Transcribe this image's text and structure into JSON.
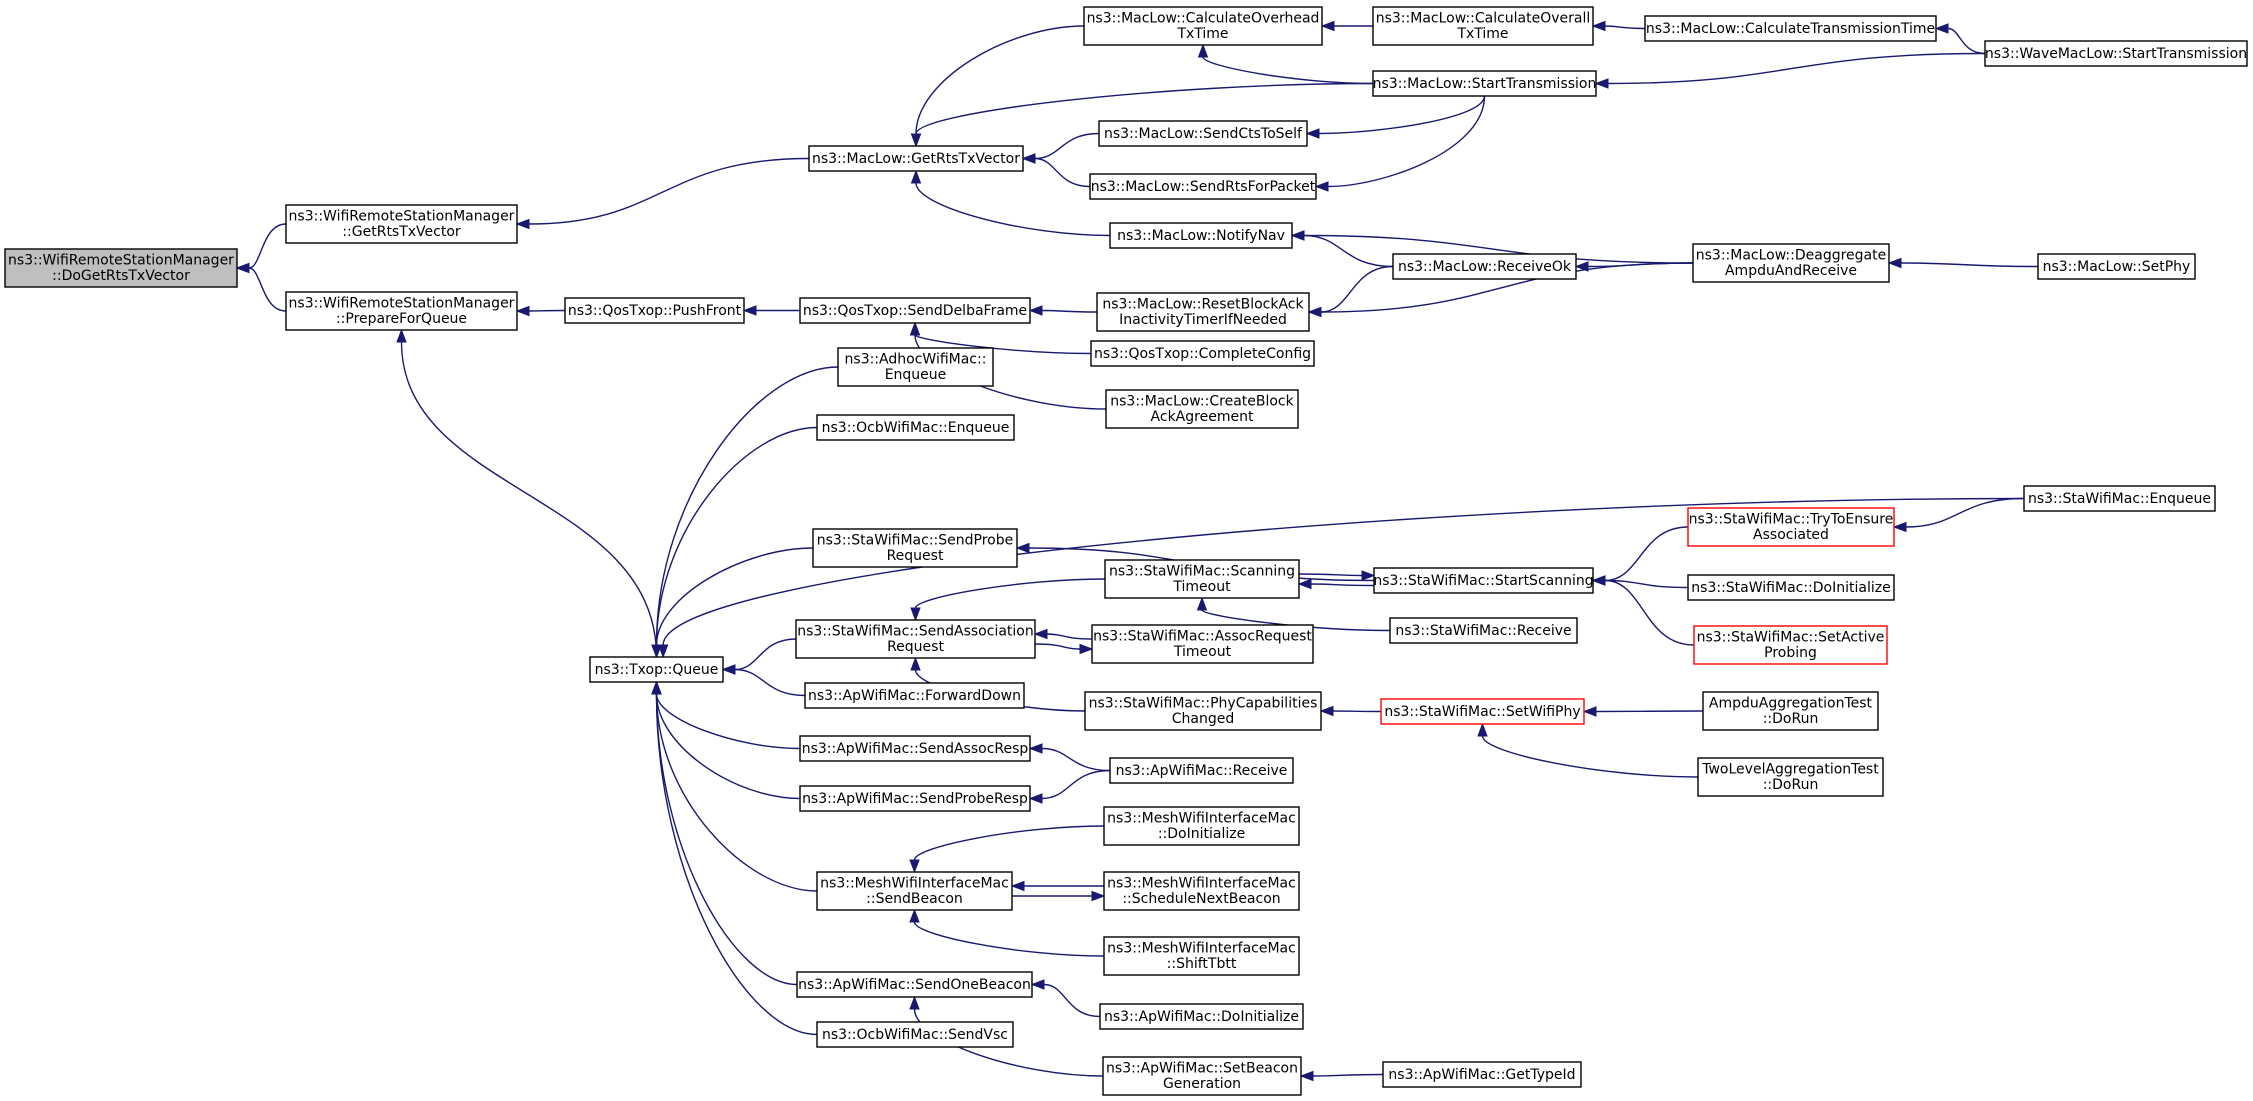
{
  "graph": {
    "title": "",
    "node_fill": "#ffffff",
    "root_fill": "#bfbfbf",
    "edge_color": "#191970",
    "truncated_border_color": "#ff0000",
    "nodes": [
      {
        "id": "root",
        "lines": [
          "ns3::WifiRemoteStationManager",
          "::DoGetRtsTxVector"
        ],
        "kind": "root"
      },
      {
        "id": "getRtsTxVector",
        "lines": [
          "ns3::WifiRemoteStationManager",
          "::GetRtsTxVector"
        ]
      },
      {
        "id": "prepareForQueue",
        "lines": [
          "ns3::WifiRemoteStationManager",
          "::PrepareForQueue"
        ]
      },
      {
        "id": "macLowGetRts",
        "lines": [
          "ns3::MacLow::GetRtsTxVector"
        ]
      },
      {
        "id": "calcOverheadTx",
        "lines": [
          "ns3::MacLow::CalculateOverhead",
          "TxTime"
        ]
      },
      {
        "id": "calcOverallTx",
        "lines": [
          "ns3::MacLow::CalculateOverall",
          "TxTime"
        ]
      },
      {
        "id": "calcTransmission",
        "lines": [
          "ns3::MacLow::CalculateTransmissionTime"
        ]
      },
      {
        "id": "waveStartTx",
        "lines": [
          "ns3::WaveMacLow::StartTransmission"
        ]
      },
      {
        "id": "startTx",
        "lines": [
          "ns3::MacLow::StartTransmission"
        ]
      },
      {
        "id": "sendCtsToSelf",
        "lines": [
          "ns3::MacLow::SendCtsToSelf"
        ]
      },
      {
        "id": "sendRtsForPacket",
        "lines": [
          "ns3::MacLow::SendRtsForPacket"
        ]
      },
      {
        "id": "notifyNav",
        "lines": [
          "ns3::MacLow::NotifyNav"
        ]
      },
      {
        "id": "receiveOk",
        "lines": [
          "ns3::MacLow::ReceiveOk"
        ]
      },
      {
        "id": "deaggregate",
        "lines": [
          "ns3::MacLow::Deaggregate",
          "AmpduAndReceive"
        ]
      },
      {
        "id": "setPhy",
        "lines": [
          "ns3::MacLow::SetPhy"
        ]
      },
      {
        "id": "resetBlockAck",
        "lines": [
          "ns3::MacLow::ResetBlockAck",
          "InactivityTimerIfNeeded"
        ]
      },
      {
        "id": "pushFront",
        "lines": [
          "ns3::QosTxop::PushFront"
        ]
      },
      {
        "id": "sendDelba",
        "lines": [
          "ns3::QosTxop::SendDelbaFrame"
        ]
      },
      {
        "id": "completeConfig",
        "lines": [
          "ns3::QosTxop::CompleteConfig"
        ]
      },
      {
        "id": "createBlockAck",
        "lines": [
          "ns3::MacLow::CreateBlock",
          "AckAgreement"
        ]
      },
      {
        "id": "txopQueue",
        "lines": [
          "ns3::Txop::Queue"
        ]
      },
      {
        "id": "adhocEnqueue",
        "lines": [
          "ns3::AdhocWifiMac::",
          "Enqueue"
        ]
      },
      {
        "id": "ocbEnqueue",
        "lines": [
          "ns3::OcbWifiMac::Enqueue"
        ]
      },
      {
        "id": "staEnqueue",
        "lines": [
          "ns3::StaWifiMac::Enqueue"
        ]
      },
      {
        "id": "sendProbeReq",
        "lines": [
          "ns3::StaWifiMac::SendProbe",
          "Request"
        ]
      },
      {
        "id": "startScanning",
        "lines": [
          "ns3::StaWifiMac::StartScanning"
        ]
      },
      {
        "id": "tryToEnsure",
        "lines": [
          "ns3::StaWifiMac::TryToEnsure",
          "Associated"
        ],
        "kind": "truncated"
      },
      {
        "id": "staDoInit",
        "lines": [
          "ns3::StaWifiMac::DoInitialize"
        ]
      },
      {
        "id": "setActiveProbing",
        "lines": [
          "ns3::StaWifiMac::SetActive",
          "Probing"
        ],
        "kind": "truncated"
      },
      {
        "id": "scanningTimeout",
        "lines": [
          "ns3::StaWifiMac::Scanning",
          "Timeout"
        ]
      },
      {
        "id": "staReceive",
        "lines": [
          "ns3::StaWifiMac::Receive"
        ]
      },
      {
        "id": "sendAssocReq",
        "lines": [
          "ns3::StaWifiMac::SendAssociation",
          "Request"
        ]
      },
      {
        "id": "assocReqTimeout",
        "lines": [
          "ns3::StaWifiMac::AssocRequest",
          "Timeout"
        ]
      },
      {
        "id": "phyCapChanged",
        "lines": [
          "ns3::StaWifiMac::PhyCapabilities",
          "Changed"
        ]
      },
      {
        "id": "setWifiPhy",
        "lines": [
          "ns3::StaWifiMac::SetWifiPhy"
        ],
        "kind": "truncated"
      },
      {
        "id": "ampduTest",
        "lines": [
          "AmpduAggregationTest",
          "::DoRun"
        ]
      },
      {
        "id": "twoLevelTest",
        "lines": [
          "TwoLevelAggregationTest",
          "::DoRun"
        ]
      },
      {
        "id": "apForwardDown",
        "lines": [
          "ns3::ApWifiMac::ForwardDown"
        ]
      },
      {
        "id": "apSendAssocResp",
        "lines": [
          "ns3::ApWifiMac::SendAssocResp"
        ]
      },
      {
        "id": "apReceive",
        "lines": [
          "ns3::ApWifiMac::Receive"
        ]
      },
      {
        "id": "apSendProbeResp",
        "lines": [
          "ns3::ApWifiMac::SendProbeResp"
        ]
      },
      {
        "id": "meshSendBeacon",
        "lines": [
          "ns3::MeshWifiInterfaceMac",
          "::SendBeacon"
        ]
      },
      {
        "id": "meshDoInit",
        "lines": [
          "ns3::MeshWifiInterfaceMac",
          "::DoInitialize"
        ]
      },
      {
        "id": "meshScheduleNext",
        "lines": [
          "ns3::MeshWifiInterfaceMac",
          "::ScheduleNextBeacon"
        ]
      },
      {
        "id": "meshShiftTbtt",
        "lines": [
          "ns3::MeshWifiInterfaceMac",
          "::ShiftTbtt"
        ]
      },
      {
        "id": "apSendOneBeacon",
        "lines": [
          "ns3::ApWifiMac::SendOneBeacon"
        ]
      },
      {
        "id": "apDoInit",
        "lines": [
          "ns3::ApWifiMac::DoInitialize"
        ]
      },
      {
        "id": "apSetBeaconGen",
        "lines": [
          "ns3::ApWifiMac::SetBeacon",
          "Generation"
        ]
      },
      {
        "id": "apGetTypeId",
        "lines": [
          "ns3::ApWifiMac::GetTypeId"
        ]
      },
      {
        "id": "ocbSendVsc",
        "lines": [
          "ns3::OcbWifiMac::SendVsc"
        ]
      }
    ],
    "edges": [
      {
        "from": "getRtsTxVector",
        "to": "root"
      },
      {
        "from": "prepareForQueue",
        "to": "root"
      },
      {
        "from": "macLowGetRts",
        "to": "getRtsTxVector"
      },
      {
        "from": "calcOverheadTx",
        "to": "macLowGetRts"
      },
      {
        "from": "startTx",
        "to": "macLowGetRts"
      },
      {
        "from": "sendCtsToSelf",
        "to": "macLowGetRts"
      },
      {
        "from": "sendRtsForPacket",
        "to": "macLowGetRts"
      },
      {
        "from": "notifyNav",
        "to": "macLowGetRts"
      },
      {
        "from": "calcOverallTx",
        "to": "calcOverheadTx"
      },
      {
        "from": "startTx",
        "to": "calcOverheadTx"
      },
      {
        "from": "calcTransmission",
        "to": "calcOverallTx"
      },
      {
        "from": "waveStartTx",
        "to": "calcTransmission"
      },
      {
        "from": "waveStartTx",
        "to": "startTx"
      },
      {
        "from": "startTx",
        "to": "sendCtsToSelf"
      },
      {
        "from": "startTx",
        "to": "sendRtsForPacket"
      },
      {
        "from": "receiveOk",
        "to": "notifyNav"
      },
      {
        "from": "deaggregate",
        "to": "notifyNav"
      },
      {
        "from": "deaggregate",
        "to": "receiveOk"
      },
      {
        "from": "setPhy",
        "to": "deaggregate"
      },
      {
        "from": "receiveOk",
        "to": "resetBlockAck"
      },
      {
        "from": "deaggregate",
        "to": "resetBlockAck"
      },
      {
        "from": "pushFront",
        "to": "prepareForQueue"
      },
      {
        "from": "txopQueue",
        "to": "prepareForQueue"
      },
      {
        "from": "sendDelba",
        "to": "pushFront"
      },
      {
        "from": "resetBlockAck",
        "to": "sendDelba"
      },
      {
        "from": "completeConfig",
        "to": "sendDelba"
      },
      {
        "from": "createBlockAck",
        "to": "sendDelba"
      },
      {
        "from": "adhocEnqueue",
        "to": "txopQueue"
      },
      {
        "from": "ocbEnqueue",
        "to": "txopQueue"
      },
      {
        "from": "staEnqueue",
        "to": "txopQueue"
      },
      {
        "from": "sendProbeReq",
        "to": "txopQueue"
      },
      {
        "from": "sendAssocReq",
        "to": "txopQueue"
      },
      {
        "from": "apForwardDown",
        "to": "txopQueue"
      },
      {
        "from": "apSendAssocResp",
        "to": "txopQueue"
      },
      {
        "from": "apSendProbeResp",
        "to": "txopQueue"
      },
      {
        "from": "meshSendBeacon",
        "to": "txopQueue"
      },
      {
        "from": "apSendOneBeacon",
        "to": "txopQueue"
      },
      {
        "from": "ocbSendVsc",
        "to": "txopQueue"
      },
      {
        "from": "startScanning",
        "to": "sendProbeReq"
      },
      {
        "from": "tryToEnsure",
        "to": "startScanning"
      },
      {
        "from": "staDoInit",
        "to": "startScanning"
      },
      {
        "from": "setActiveProbing",
        "to": "startScanning"
      },
      {
        "from": "staEnqueue",
        "to": "tryToEnsure"
      },
      {
        "from": "startScanning",
        "to": "scanningTimeout"
      },
      {
        "from": "staReceive",
        "to": "scanningTimeout"
      },
      {
        "from": "scanningTimeout",
        "to": "startScanning"
      },
      {
        "from": "scanningTimeout",
        "to": "sendAssocReq"
      },
      {
        "from": "assocReqTimeout",
        "to": "sendAssocReq"
      },
      {
        "from": "sendAssocReq",
        "to": "assocReqTimeout"
      },
      {
        "from": "phyCapChanged",
        "to": "sendAssocReq"
      },
      {
        "from": "setWifiPhy",
        "to": "phyCapChanged"
      },
      {
        "from": "ampduTest",
        "to": "setWifiPhy"
      },
      {
        "from": "twoLevelTest",
        "to": "setWifiPhy"
      },
      {
        "from": "apReceive",
        "to": "apSendAssocResp"
      },
      {
        "from": "apReceive",
        "to": "apSendProbeResp"
      },
      {
        "from": "meshDoInit",
        "to": "meshSendBeacon"
      },
      {
        "from": "meshScheduleNext",
        "to": "meshSendBeacon"
      },
      {
        "from": "meshSendBeacon",
        "to": "meshScheduleNext"
      },
      {
        "from": "meshShiftTbtt",
        "to": "meshSendBeacon"
      },
      {
        "from": "apDoInit",
        "to": "apSendOneBeacon"
      },
      {
        "from": "apSetBeaconGen",
        "to": "apSendOneBeacon"
      },
      {
        "from": "apGetTypeId",
        "to": "apSetBeaconGen"
      }
    ]
  }
}
